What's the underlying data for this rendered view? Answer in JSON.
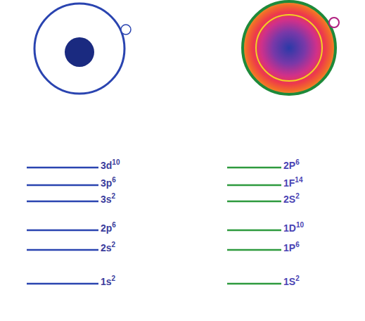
{
  "diagram": {
    "labels": [
      "3d10",
      "3p6",
      "3s2",
      "2p6",
      "2s2",
      "1s2",
      "2P6",
      "1F14",
      "2S2",
      "1D10",
      "1P6",
      "1S2"
    ]
  }
}
